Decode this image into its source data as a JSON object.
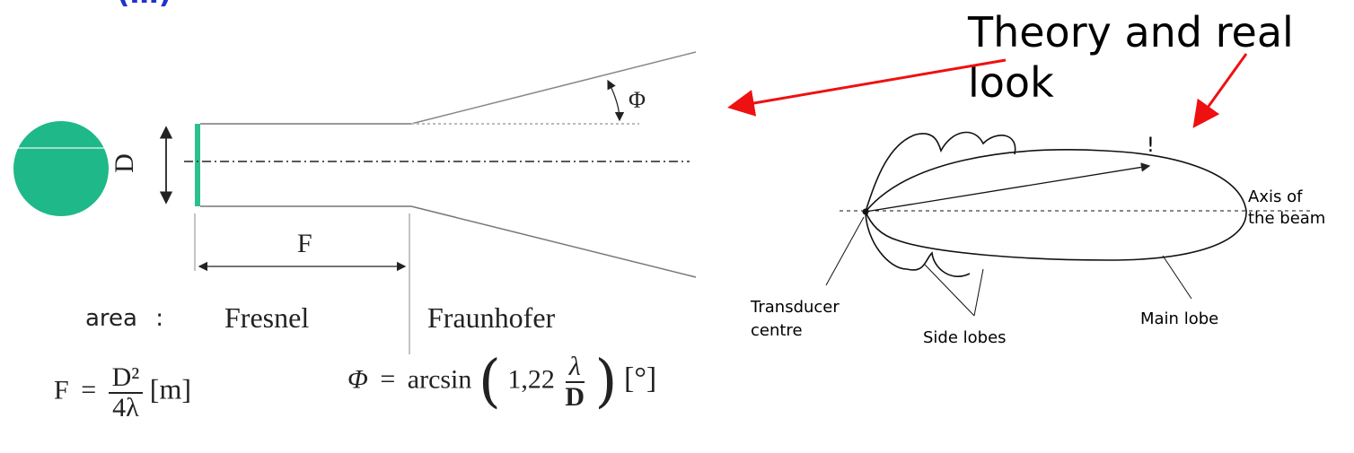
{
  "top_partial_text": "(…)",
  "title": {
    "line1": "Theory and real",
    "line2": "look"
  },
  "theory": {
    "label_D": "D",
    "label_phi": "Φ",
    "label_F": "F",
    "area_label": "area",
    "area_colon": ":",
    "fresnel_label": "Fresnel",
    "fraunhofer_label": "Fraunhofer",
    "formula_F": {
      "lhs": "F",
      "num": "D²",
      "den": "4λ",
      "unit": "[m]"
    },
    "formula_phi": {
      "lhs": "Φ",
      "func": "arcsin",
      "coef": "1,22",
      "num": "λ",
      "den": "D",
      "unit": "[°]"
    }
  },
  "real": {
    "axis_label_1": "Axis of",
    "axis_label_2": "the beam",
    "transducer_label_1": "Transducer",
    "transducer_label_2": "centre",
    "side_lobes_label": "Side lobes",
    "main_lobe_label": "Main lobe",
    "tick_mark": "!"
  },
  "colors": {
    "disc": "#1fb889",
    "transducer_edge": "#2cc08f",
    "arrow": "#ee1111",
    "top_text": "#2233cc"
  }
}
